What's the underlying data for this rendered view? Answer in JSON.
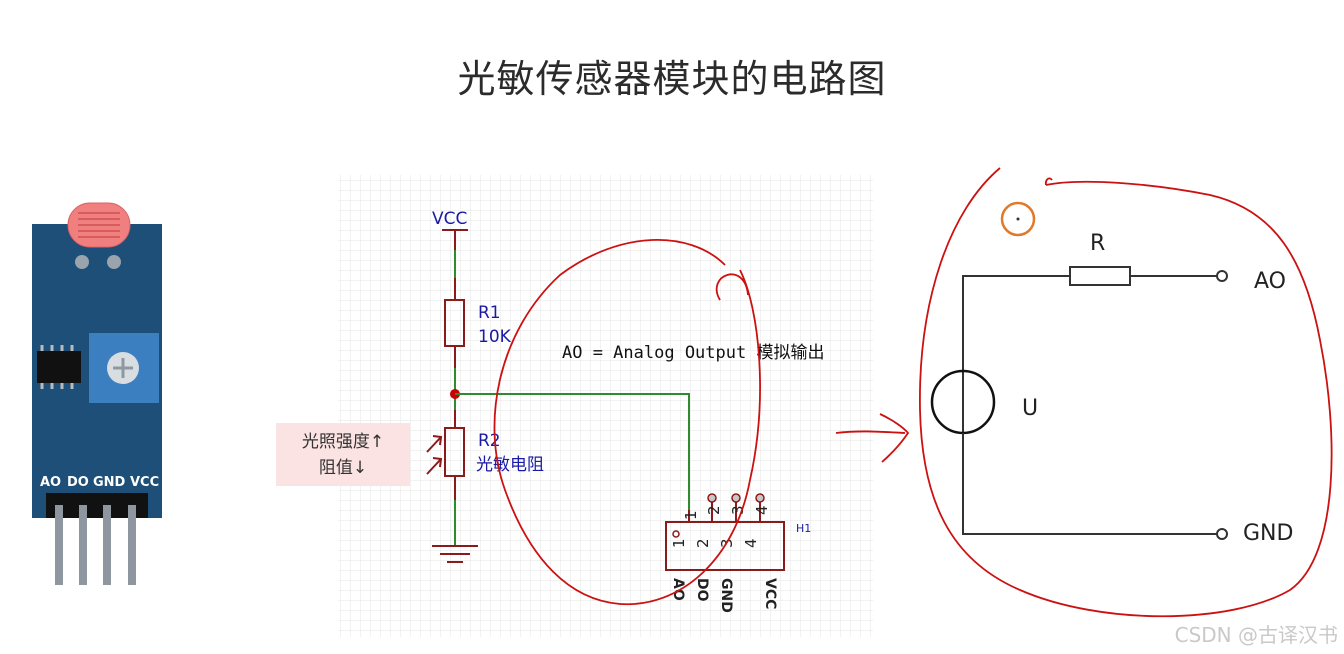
{
  "title": "光敏传感器模块的电路图",
  "module": {
    "pins": [
      "AO",
      "DO",
      "GND",
      "VCC"
    ]
  },
  "schematic": {
    "vcc_label": "VCC",
    "r1_name": "R1",
    "r1_value": "10K",
    "r2_name": "R2",
    "r2_value": "光敏电阻",
    "header_ref": "H1",
    "header_pin_numbers": [
      "1",
      "2",
      "3",
      "4"
    ],
    "header_pin_names": [
      "AO",
      "DO",
      "GND",
      "VCC"
    ],
    "annotation": "AO = Analog Output 模拟输出",
    "note_line1": "光照强度↑",
    "note_line2": "阻值↓"
  },
  "equivalent": {
    "r_label": "R",
    "u_label": "U",
    "ao_label": "AO",
    "gnd_label": "GND"
  },
  "watermark": "CSDN @古译汉书",
  "colors": {
    "board": "#1d4f78",
    "pot": "#3b7fc0",
    "schematic_component": "#8b1a1a",
    "schematic_wire": "#2e8b2e",
    "schematic_text": "#1a1aa6",
    "handwriting": "#cc1111",
    "cursor_ring": "#e07a2a"
  }
}
